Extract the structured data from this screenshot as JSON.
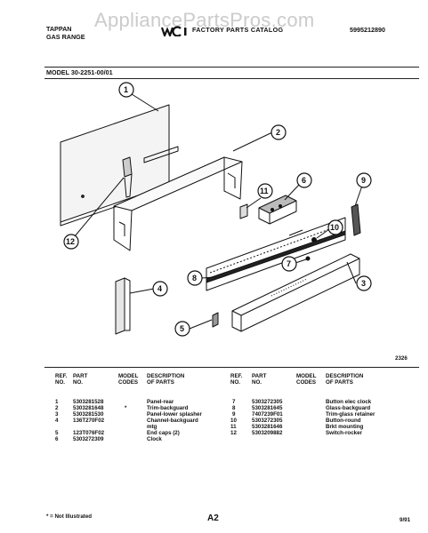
{
  "header": {
    "brand_line1": "TAPPAN",
    "brand_line2": "GAS RANGE",
    "catalog_title": "FACTORY PARTS CATALOG",
    "catalog_number": "5995212890",
    "watermark": "AppliancePartsPros.com"
  },
  "model": "MODEL 30-2251-00/01",
  "diagram": {
    "callouts": [
      "1",
      "2",
      "3",
      "4",
      "5",
      "6",
      "7",
      "8",
      "9",
      "10",
      "11",
      "12"
    ],
    "figure_number": "2326"
  },
  "table": {
    "headers": {
      "ref_no": [
        "REF.",
        "NO."
      ],
      "part_no": [
        "PART",
        "NO."
      ],
      "model_codes": [
        "MODEL",
        "CODES"
      ],
      "description": [
        "DESCRIPTION",
        "OF PARTS"
      ]
    },
    "left_rows": [
      {
        "ref": "1",
        "part": "5303281528",
        "codes": "",
        "desc": "Panel-rear"
      },
      {
        "ref": "2",
        "part": "5303281648",
        "codes": "*",
        "desc": "Trim-backguard"
      },
      {
        "ref": "3",
        "part": "5303281530",
        "codes": "",
        "desc": "Panel-lower splasher"
      },
      {
        "ref": "4",
        "part": "136T270F02",
        "codes": "",
        "desc": "Channel-backguard"
      },
      {
        "ref": "",
        "part": "",
        "codes": "",
        "desc": "mtg"
      },
      {
        "ref": "5",
        "part": "123T076F02",
        "codes": "",
        "desc": "End caps (2)"
      },
      {
        "ref": "6",
        "part": "5303272309",
        "codes": "",
        "desc": "Clock"
      }
    ],
    "right_rows": [
      {
        "ref": "7",
        "part": "5303272305",
        "codes": "",
        "desc": "Button elec clock"
      },
      {
        "ref": "8",
        "part": "5303281645",
        "codes": "",
        "desc": "Glass-backguard"
      },
      {
        "ref": "9",
        "part": "7407239F01",
        "codes": "",
        "desc": "Trim-glass retainer"
      },
      {
        "ref": "10",
        "part": "5303272305",
        "codes": "",
        "desc": "Button-round"
      },
      {
        "ref": "11",
        "part": "5303281646",
        "codes": "",
        "desc": "Brkt mounting"
      },
      {
        "ref": "12",
        "part": "5303209882",
        "codes": "",
        "desc": "Switch-rocker"
      }
    ]
  },
  "footer": {
    "note": "* = Not Illustrated",
    "page": "A2",
    "date": "9/91"
  }
}
